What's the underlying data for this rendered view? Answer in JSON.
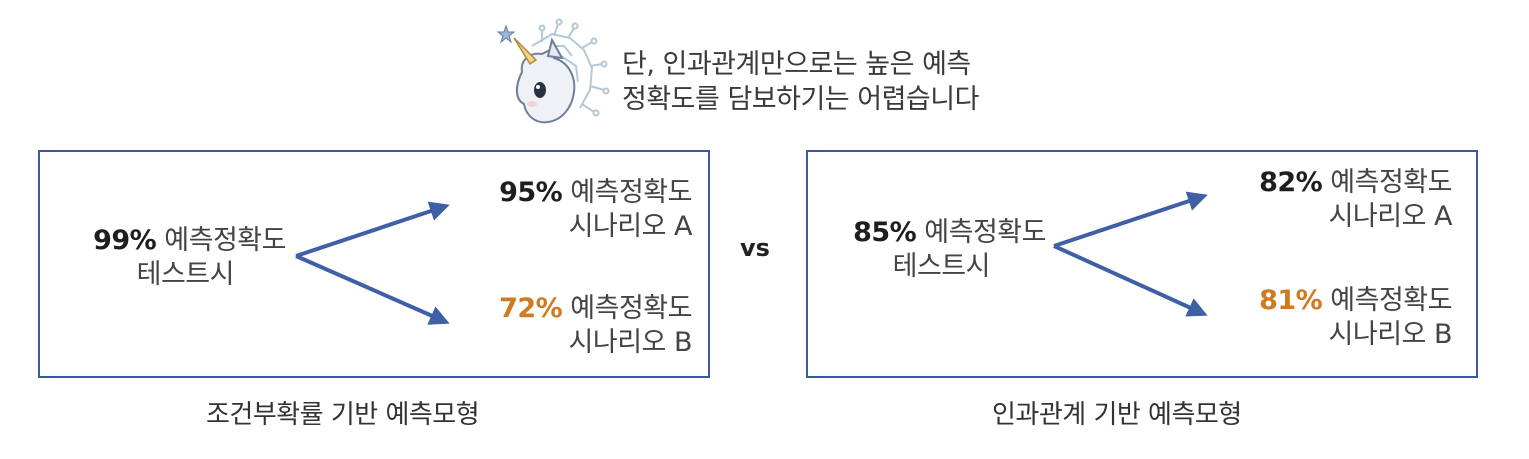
{
  "caption": {
    "line1": "단, 인과관계만으로는 높은 예측",
    "line2": "정확도를 담보하기는 어렵습니다"
  },
  "left_model": {
    "test": {
      "pct": "99%",
      "suffix": " 예측정확도",
      "line2": "테스트시"
    },
    "scenario_a": {
      "pct": "95%",
      "suffix": " 예측정확도",
      "line2": "시나리오 A"
    },
    "scenario_b": {
      "pct": "72%",
      "suffix": " 예측정확도",
      "line2": "시나리오 B"
    },
    "label": "조건부확률 기반 예측모형"
  },
  "vs": "vs",
  "right_model": {
    "test": {
      "pct": "85%",
      "suffix": " 예측정확도",
      "line2": "테스트시"
    },
    "scenario_a": {
      "pct": "82%",
      "suffix": " 예측정확도",
      "line2": "시나리오 A"
    },
    "scenario_b": {
      "pct": "81%",
      "suffix": " 예측정확도",
      "line2": "시나리오 B"
    },
    "label": "인과관계 기반 예측모형"
  },
  "colors": {
    "box_border": "#3c5a96",
    "arrow": "#3f5fa6",
    "highlight_pct": "#cf7a22"
  },
  "icons": {
    "mascot": "unicorn-mascot-icon"
  }
}
